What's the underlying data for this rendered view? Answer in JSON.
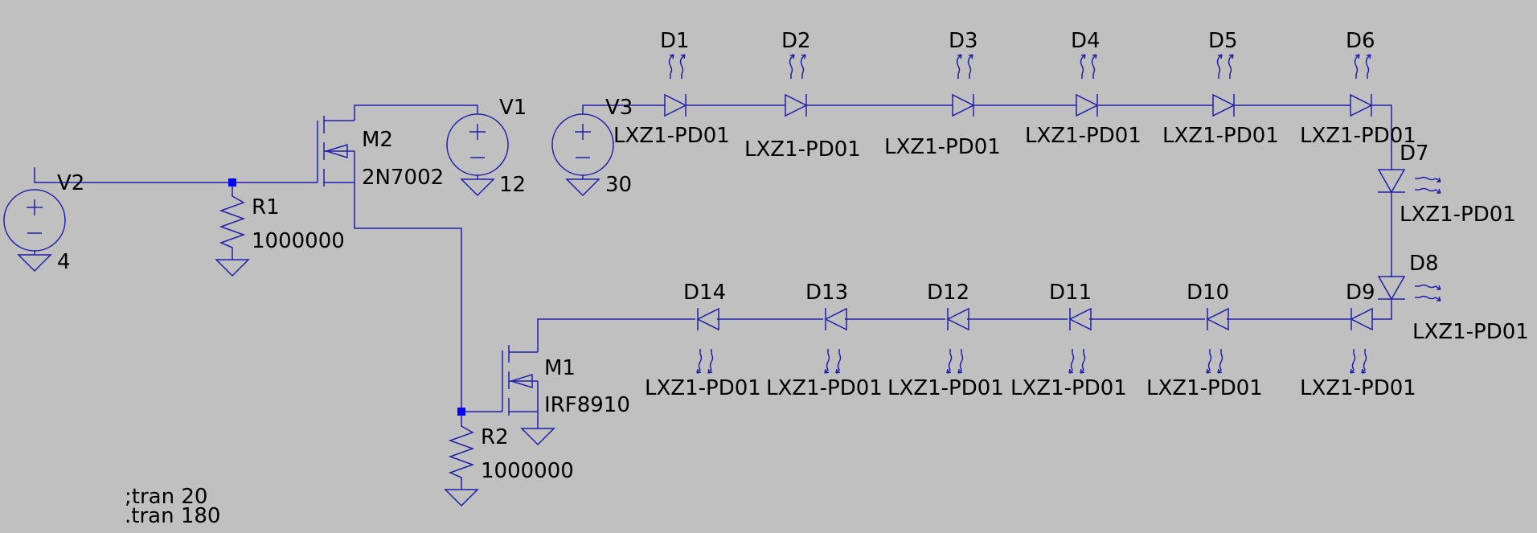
{
  "schematic": {
    "sources": [
      {
        "ref": "V1",
        "value": "12"
      },
      {
        "ref": "V2",
        "value": "4"
      },
      {
        "ref": "V3",
        "value": "30"
      }
    ],
    "resistors": [
      {
        "ref": "R1",
        "value": "1000000"
      },
      {
        "ref": "R2",
        "value": "1000000"
      }
    ],
    "mosfets": [
      {
        "ref": "M1",
        "value": "IRF8910"
      },
      {
        "ref": "M2",
        "value": "2N7002"
      }
    ],
    "leds": [
      {
        "ref": "D1",
        "value": "LXZ1-PD01"
      },
      {
        "ref": "D2",
        "value": "LXZ1-PD01"
      },
      {
        "ref": "D3",
        "value": "LXZ1-PD01"
      },
      {
        "ref": "D4",
        "value": "LXZ1-PD01"
      },
      {
        "ref": "D5",
        "value": "LXZ1-PD01"
      },
      {
        "ref": "D6",
        "value": "LXZ1-PD01"
      },
      {
        "ref": "D7",
        "value": "LXZ1-PD01"
      },
      {
        "ref": "D8",
        "value": "LXZ1-PD01"
      },
      {
        "ref": "D9",
        "value": "LXZ1-PD01"
      },
      {
        "ref": "D10",
        "value": "LXZ1-PD01"
      },
      {
        "ref": "D11",
        "value": "LXZ1-PD01"
      },
      {
        "ref": "D12",
        "value": "LXZ1-PD01"
      },
      {
        "ref": "D13",
        "value": "LXZ1-PD01"
      },
      {
        "ref": "D14",
        "value": "LXZ1-PD01"
      }
    ],
    "directives": [
      ";tran 20",
      ".tran 180"
    ]
  }
}
